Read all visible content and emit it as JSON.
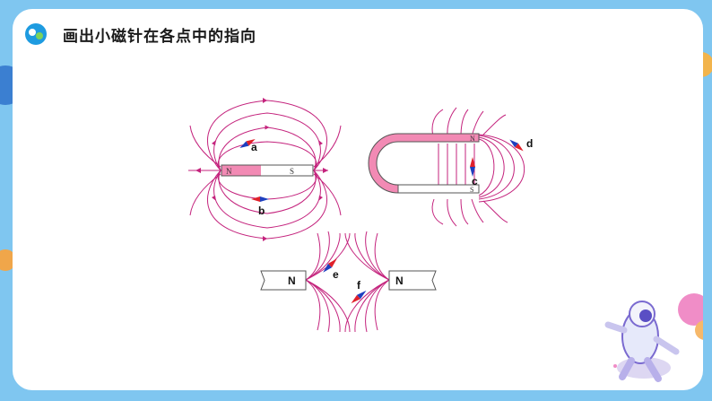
{
  "slide": {
    "title": "画出小磁针在各点中的指向"
  },
  "diagram": {
    "bar_magnet": {
      "north_label": "N",
      "south_label": "S"
    },
    "horseshoe_magnet": {
      "north_label": "N",
      "south_label": "S"
    },
    "facing_magnets": {
      "left_label": "N",
      "right_label": "N"
    },
    "needle_labels": [
      "a",
      "b",
      "c",
      "d",
      "e",
      "f"
    ]
  },
  "colors": {
    "field_line": "#c4237d",
    "needle_north": "#e0202a",
    "needle_south": "#1d3fbf",
    "magnet_pink": "#f28ab4",
    "background": "#7fc6f0"
  },
  "icons": [
    "logo-icon",
    "astronaut-illustration",
    "planet-icon"
  ]
}
